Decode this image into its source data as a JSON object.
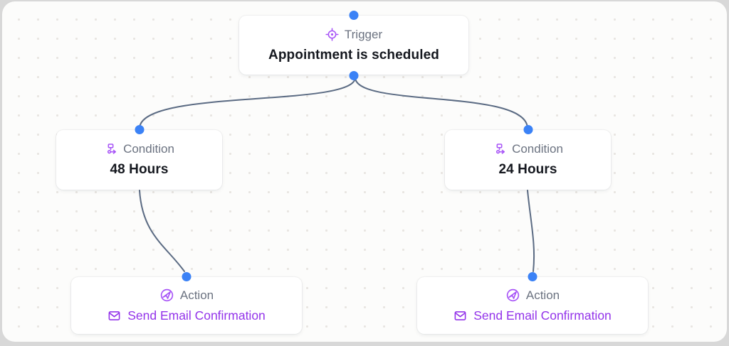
{
  "canvas": {
    "background": "#fcfcfb",
    "frame_color": "#d8d8d8",
    "dot_color": "#e8e5e1",
    "edge_color": "#5b6b83",
    "handle_color": "#3b82f6"
  },
  "colors": {
    "accent_purple": "#a855f7",
    "email_purple": "#9333ea",
    "label_gray": "#6b7280",
    "title_dark": "#15181f"
  },
  "nodes": [
    {
      "id": "trigger",
      "type": "Trigger",
      "title": "Appointment is scheduled",
      "icon": "target-icon"
    },
    {
      "id": "condition-48",
      "type": "Condition",
      "title": "48 Hours",
      "icon": "branch-icon"
    },
    {
      "id": "condition-24",
      "type": "Condition",
      "title": "24 Hours",
      "icon": "branch-icon"
    },
    {
      "id": "action-left",
      "type": "Action",
      "title": "Send Email Confirmation",
      "icon": "send-icon",
      "title_icon": "mail-icon"
    },
    {
      "id": "action-right",
      "type": "Action",
      "title": "Send Email Confirmation",
      "icon": "send-icon",
      "title_icon": "mail-icon"
    }
  ]
}
